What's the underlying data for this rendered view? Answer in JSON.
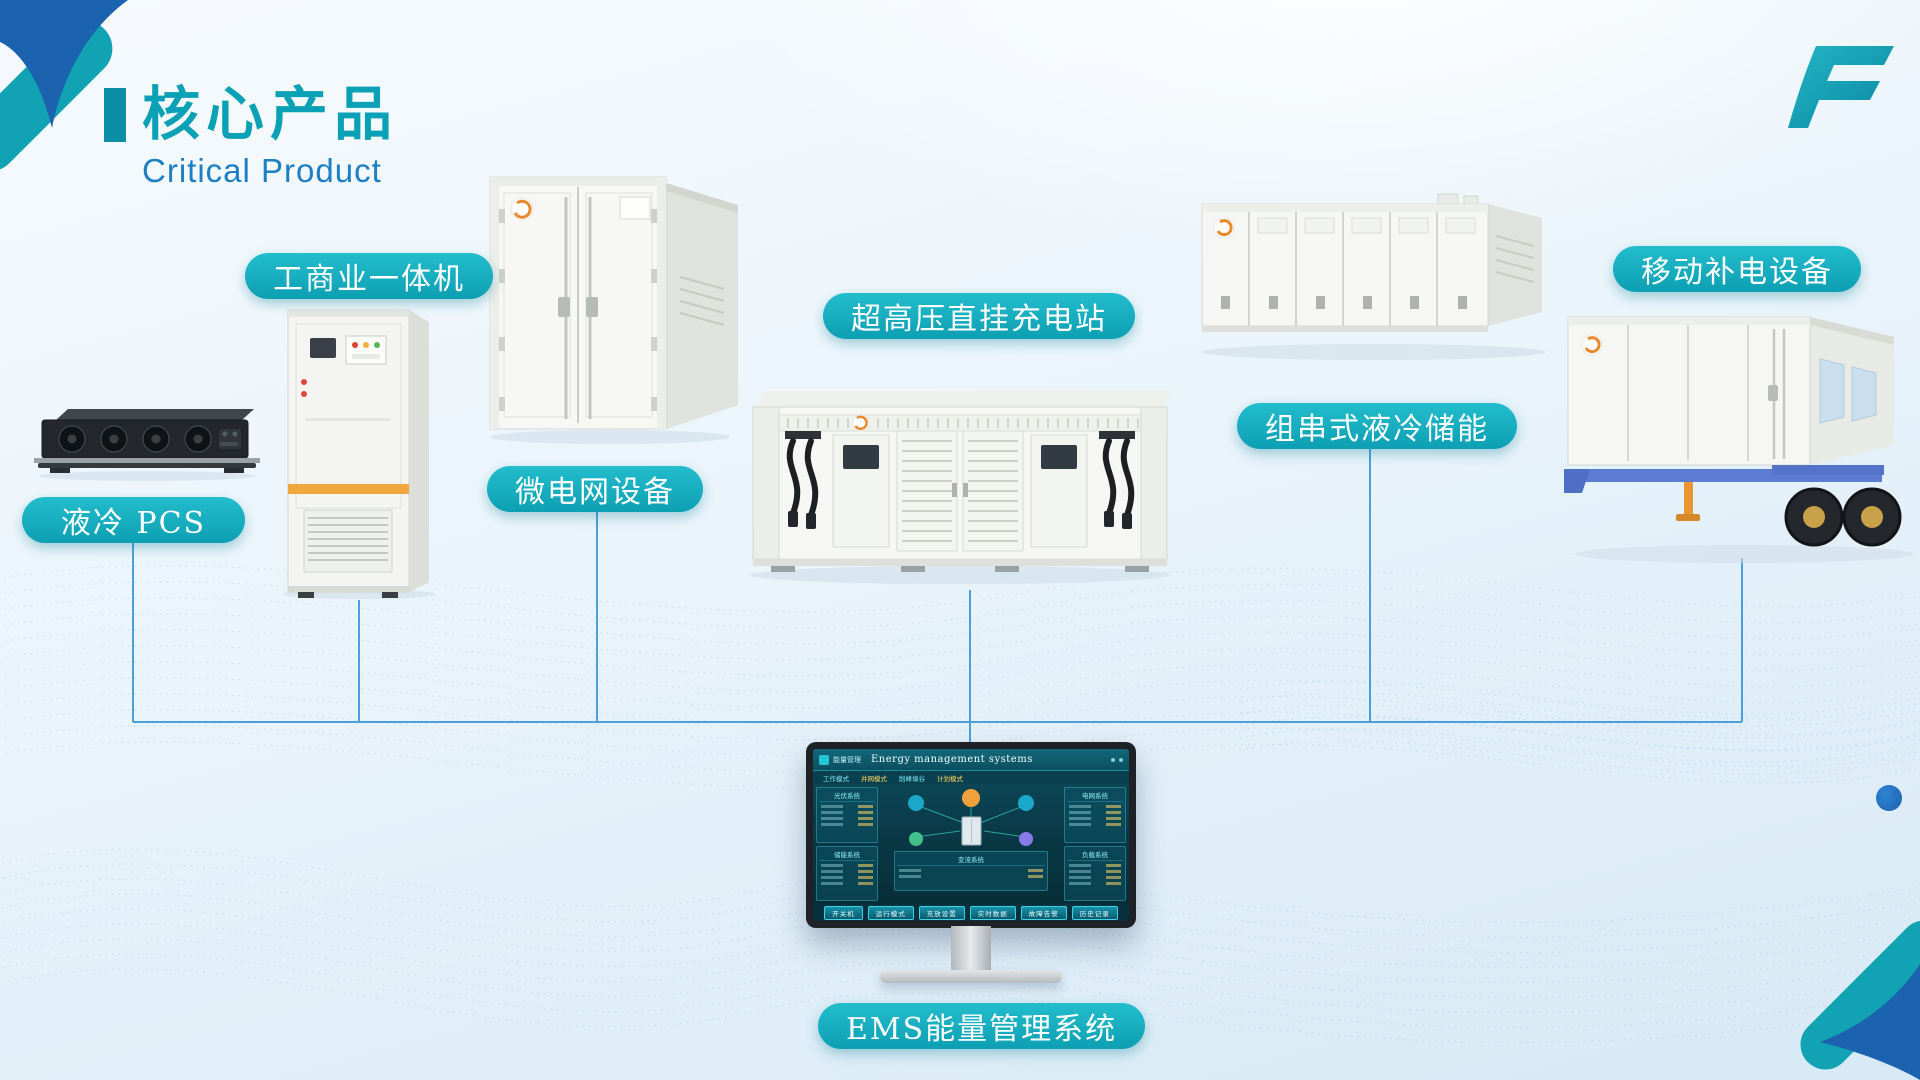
{
  "header": {
    "title": "核心产品",
    "subtitle": "Critical Product"
  },
  "products": {
    "pcs": {
      "label": "液冷  PCS"
    },
    "allinone": {
      "label": "工商业一体机"
    },
    "microgrid": {
      "label": "微电网设备"
    },
    "charger": {
      "label": "超高压直挂充电站"
    },
    "storage": {
      "label": "组串式液冷储能"
    },
    "mobile": {
      "label": "移动补电设备"
    },
    "ems": {
      "label": "EMS能量管理系统"
    }
  },
  "ems_screen": {
    "brand": "能量管理",
    "title": "Energy management systems",
    "subbar": [
      "工作模式",
      "并网模式",
      "削峰填谷",
      "计划模式"
    ],
    "panel_titles": {
      "pv": "光伏系统",
      "battery": "储能系统",
      "grid": "电网系统",
      "load": "负载系统",
      "pcs": "变流系统"
    },
    "buttons": [
      "开关机",
      "运行模式",
      "充放设置",
      "实时数据",
      "故障告警",
      "历史记录"
    ]
  },
  "colors": {
    "accent_teal": "#0aa0b5",
    "accent_blue": "#1d7fc4",
    "label_teal": "#12aebf",
    "connector_blue": "#4c9fd9",
    "corner_navy": "#1b63ae",
    "logo_orange": "#e8892c"
  }
}
